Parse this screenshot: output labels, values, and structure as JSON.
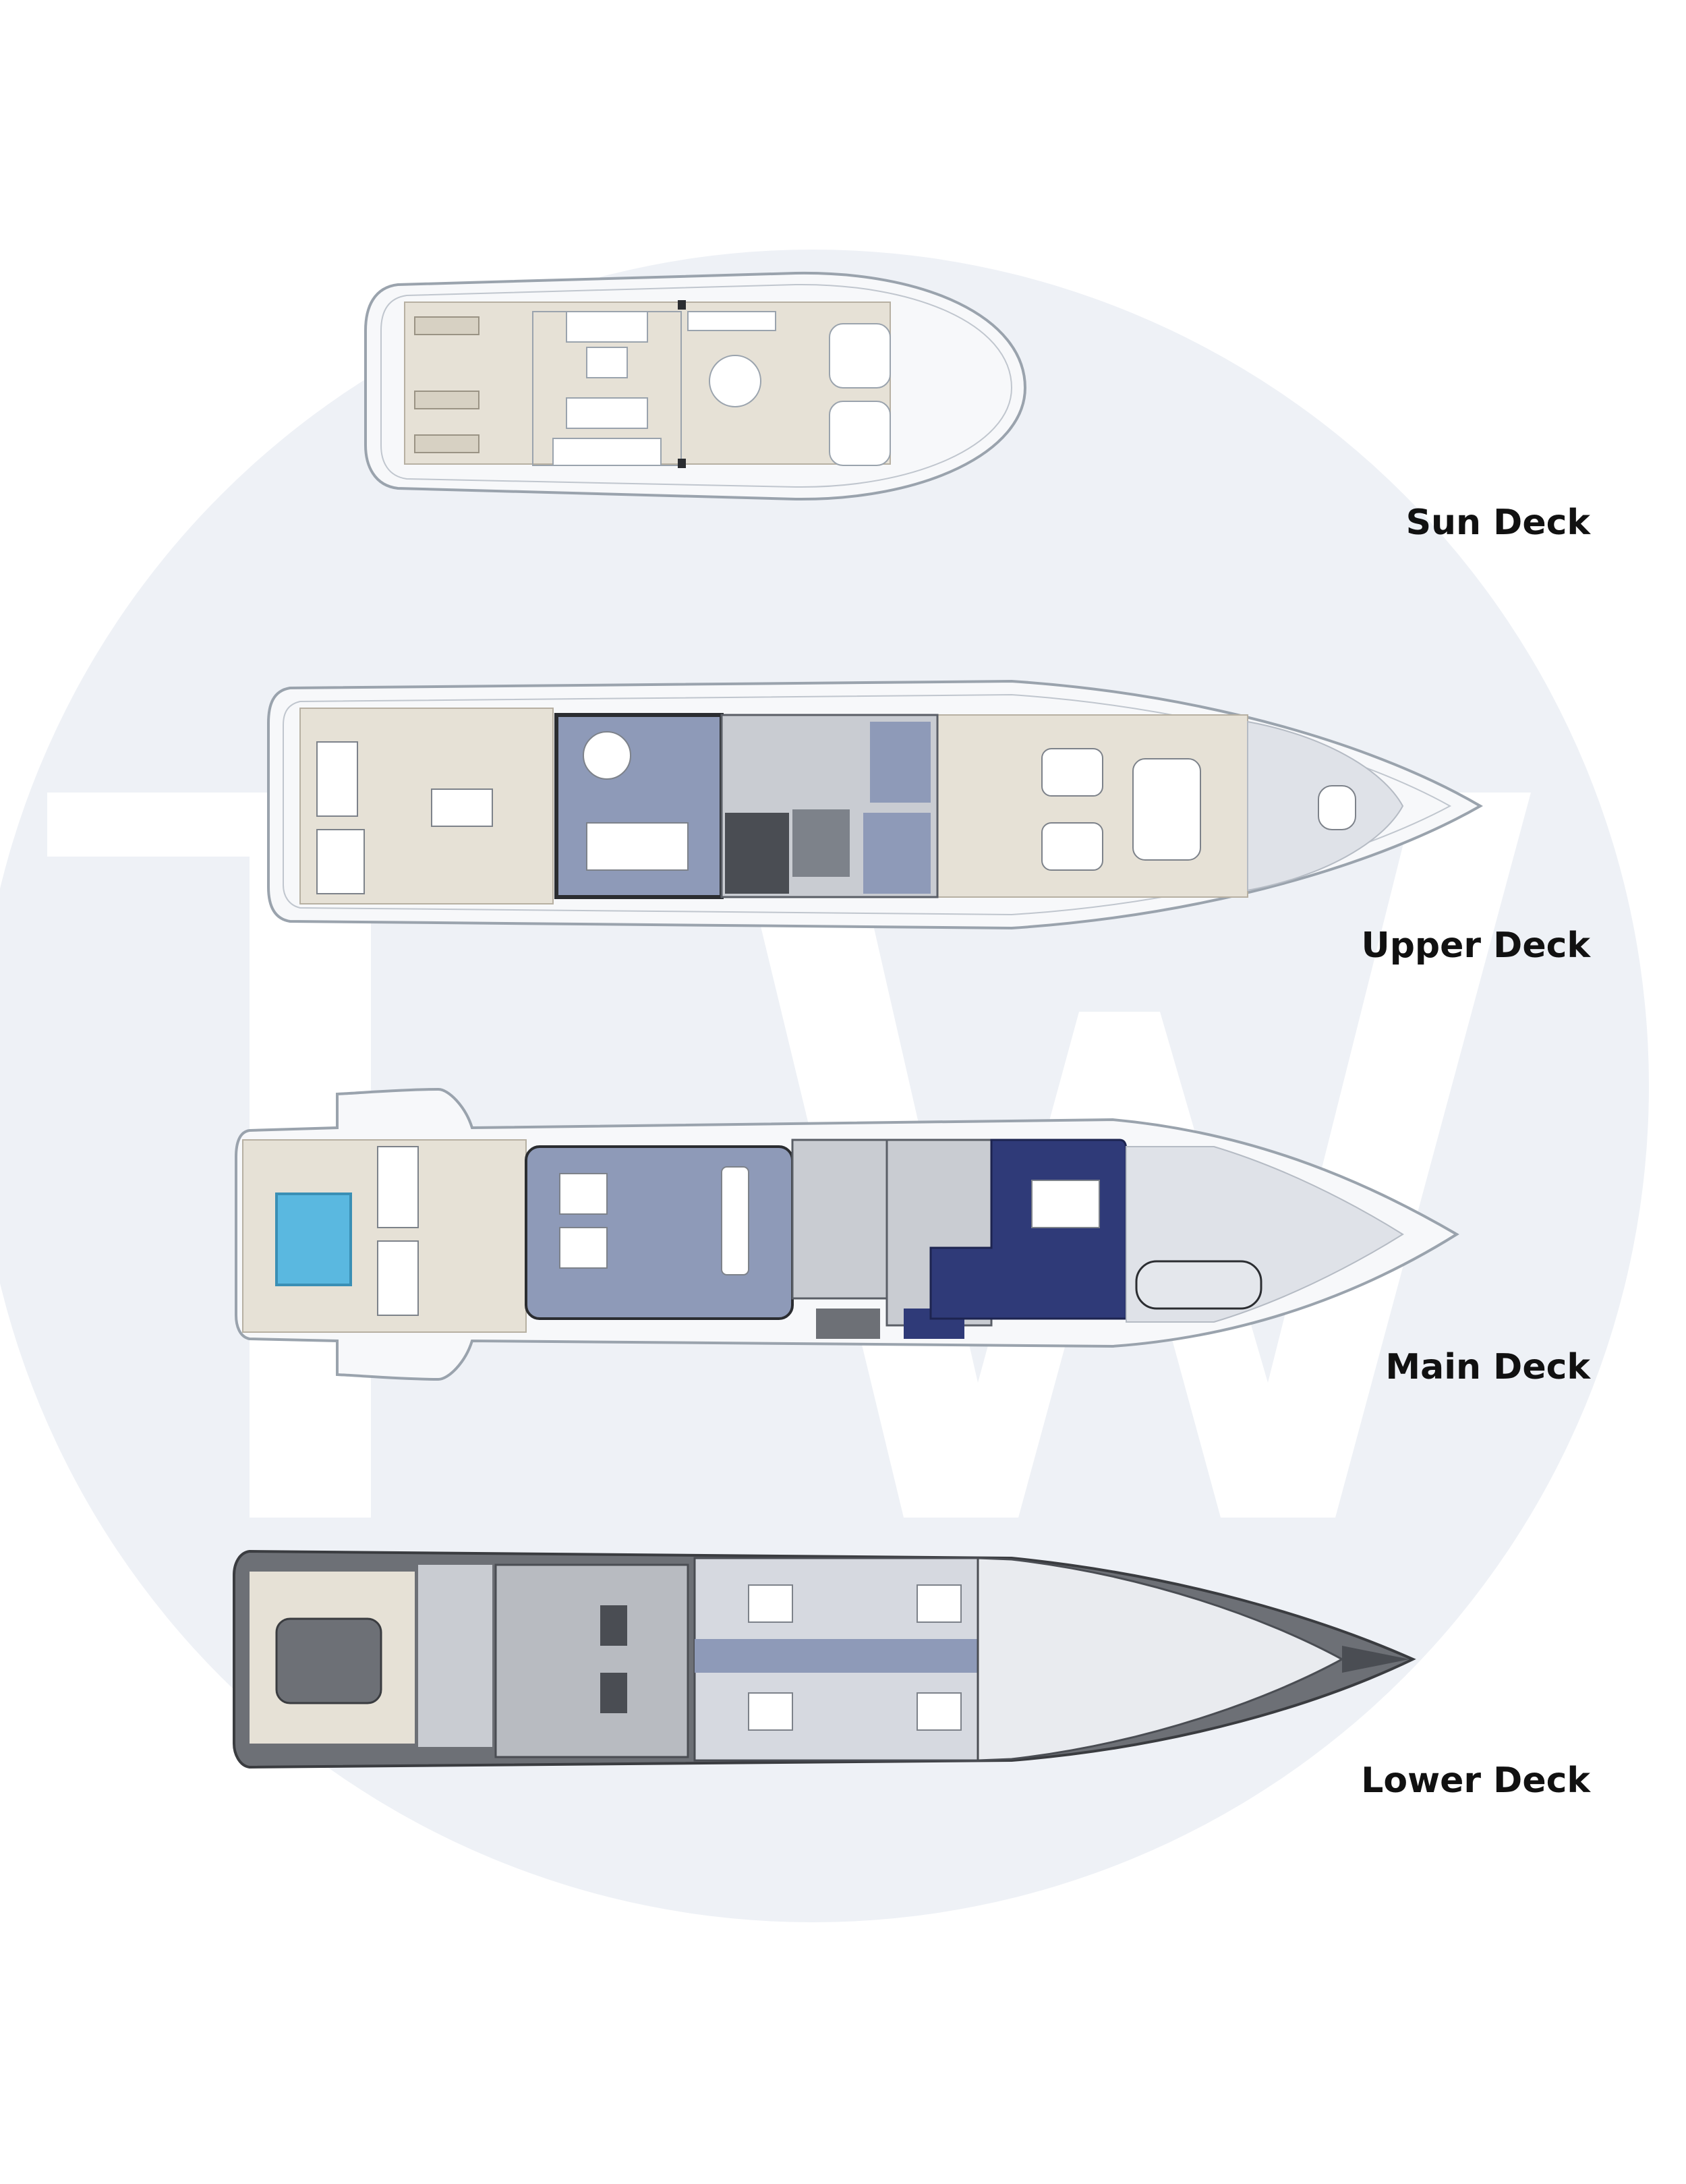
{
  "watermark": {
    "letters": "TW",
    "circle_color": "#eef1f6"
  },
  "decks": [
    {
      "label": "Sun Deck"
    },
    {
      "label": "Upper Deck"
    },
    {
      "label": "Main Deck"
    },
    {
      "label": "Lower Deck"
    }
  ],
  "colors": {
    "hull_outline": "#9aa3ad",
    "teak": "#e6e1d6",
    "hull_white": "#f7f8fa",
    "interior_slate": "#8e9ab8",
    "interior_grey": "#c9ccd2",
    "owner_navy": "#2f3a78",
    "pool": "#5ab8e0",
    "crew_dark": "#6d7076",
    "bow_grey": "#dfe2e8"
  }
}
